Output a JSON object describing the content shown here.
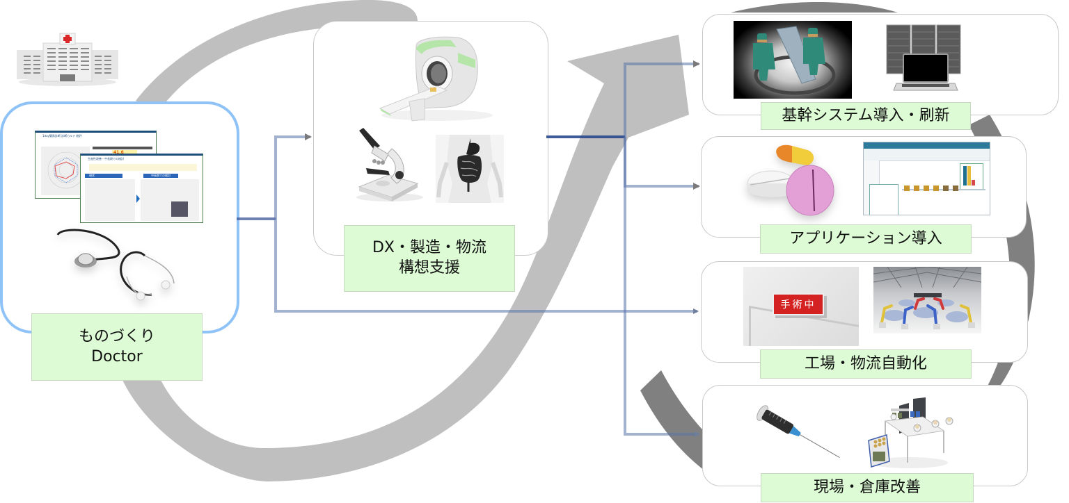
{
  "diagram": {
    "title": "ものづくりDoctor service cycle",
    "colors": {
      "cycle_arrow_light": "#bfbfbf",
      "cycle_arrow_dark": "#808080",
      "connector": "#3d5a99",
      "label_bg": "#ddfcd5",
      "doctor_border": "#8fc3f7",
      "card_border": "#c8c8c8"
    },
    "start": {
      "icon": "hospital-icon",
      "card": {
        "label": "ものづくり\nDoctor",
        "images": [
          "diagnosis-report-icon",
          "stethoscope-icon"
        ],
        "report": {
          "sheet1_title": "1day簡易診断 診断カルテ 総評",
          "sheet1_score": "41.6",
          "sheet2_title": "生産性改善・中長期での検討",
          "sheet2_left_header": "現状",
          "sheet2_right_header": "中長期での検討"
        }
      }
    },
    "middle": {
      "card": {
        "label": "DX・製造・物流\n構想支援",
        "images": [
          "mri-scanner-icon",
          "microscope-icon",
          "anatomy-icon"
        ]
      }
    },
    "services": [
      {
        "label": "基幹システム導入・刷新",
        "images": [
          "surgery-team-icon",
          "server-laptop-icon"
        ]
      },
      {
        "label": "アプリケーション導入",
        "images": [
          "pills-icon",
          "software-screen-icon"
        ]
      },
      {
        "label": "工場・物流自動化",
        "images": [
          "surgery-sign-icon",
          "robot-factory-icon"
        ],
        "sign_text": "手術中"
      },
      {
        "label": "現場・倉庫改善",
        "images": [
          "syringe-icon",
          "workstation-icon"
        ]
      }
    ]
  }
}
